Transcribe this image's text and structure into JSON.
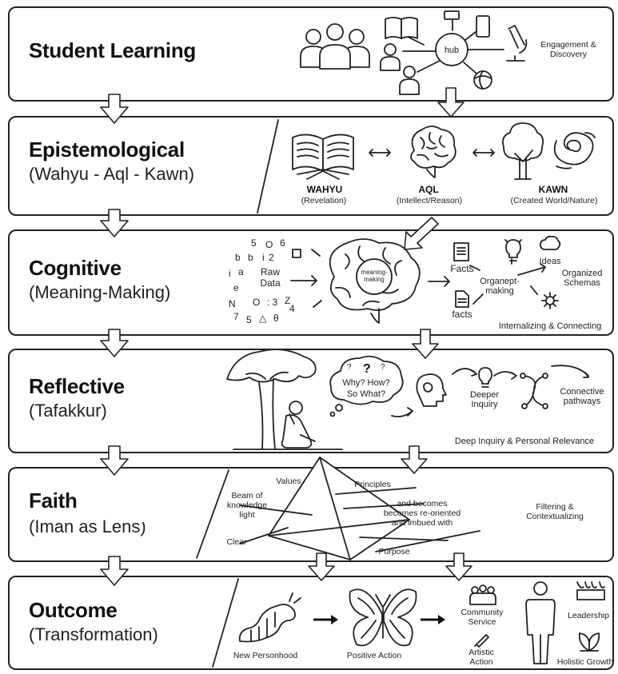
{
  "layers": [
    {
      "title": "Student Learning",
      "subtitle": ""
    },
    {
      "title": "Epistemological",
      "subtitle": "(Wahyu - Aql - Kawn)"
    },
    {
      "title": "Cognitive",
      "subtitle": "(Meaning-Making)"
    },
    {
      "title": "Reflective",
      "subtitle": "(Tafakkur)"
    },
    {
      "title": "Faith",
      "subtitle": "(Iman as Lens)"
    },
    {
      "title": "Outcome",
      "subtitle": "(Transformation)"
    }
  ],
  "student": {
    "hub": "hub",
    "caption": "Engagement & Discovery"
  },
  "epistemological": {
    "wahyu": {
      "name": "WAHYU",
      "gloss": "(Revelation)"
    },
    "aql": {
      "name": "AQL",
      "gloss": "(Intellect/Reason)"
    },
    "kawn": {
      "name": "KAWN",
      "gloss": "(Created World/Nature)"
    }
  },
  "cognitive": {
    "raw_data": "Raw Data",
    "brain_label": "meaning-making",
    "facts_1": "Facts",
    "facts_2": "facts",
    "ideas": "Ideas",
    "organept": "Organept-making",
    "schemas": "Organized Schemas",
    "caption": "Internalizing & Connecting"
  },
  "reflective": {
    "question": "Why? How? So What?",
    "deeper": "Deeper Inquiry",
    "pathways": "Connective pathways",
    "caption": "Deep Inquiry & Personal Relevance"
  },
  "faith": {
    "beam": "Beam of knowledge light",
    "values": "Values",
    "principles": "Principles",
    "clear": "Clear",
    "reoriented": "and becomes becomes re-oriented and imbued with",
    "purpose": "Purpose",
    "caption": "Filtering & Contextualizing"
  },
  "outcome": {
    "new_personhood": "New Personhood",
    "positive_action": "Positive Action",
    "community": "Community Service",
    "artistic": "Artistic Action",
    "leadership": "Leadership",
    "holistic": "Holistic Growth"
  }
}
